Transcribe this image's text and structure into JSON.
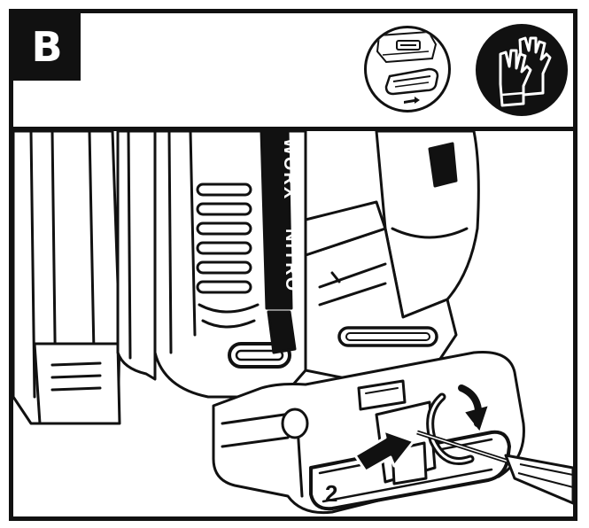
{
  "step": {
    "label": "B"
  },
  "icons": {
    "inset": "battery-removal-inset-icon",
    "safety": "safety-gloves-icon",
    "arrow": "push-direction-arrow-icon",
    "rotation": "rotation-arrow-icon",
    "tool": "screwdriver-icon"
  },
  "scene": {
    "brand_top": "WORX",
    "brand_bottom": "NITRO",
    "battery_label": "2"
  },
  "colors": {
    "ink": "#111111",
    "paper": "#ffffff"
  }
}
